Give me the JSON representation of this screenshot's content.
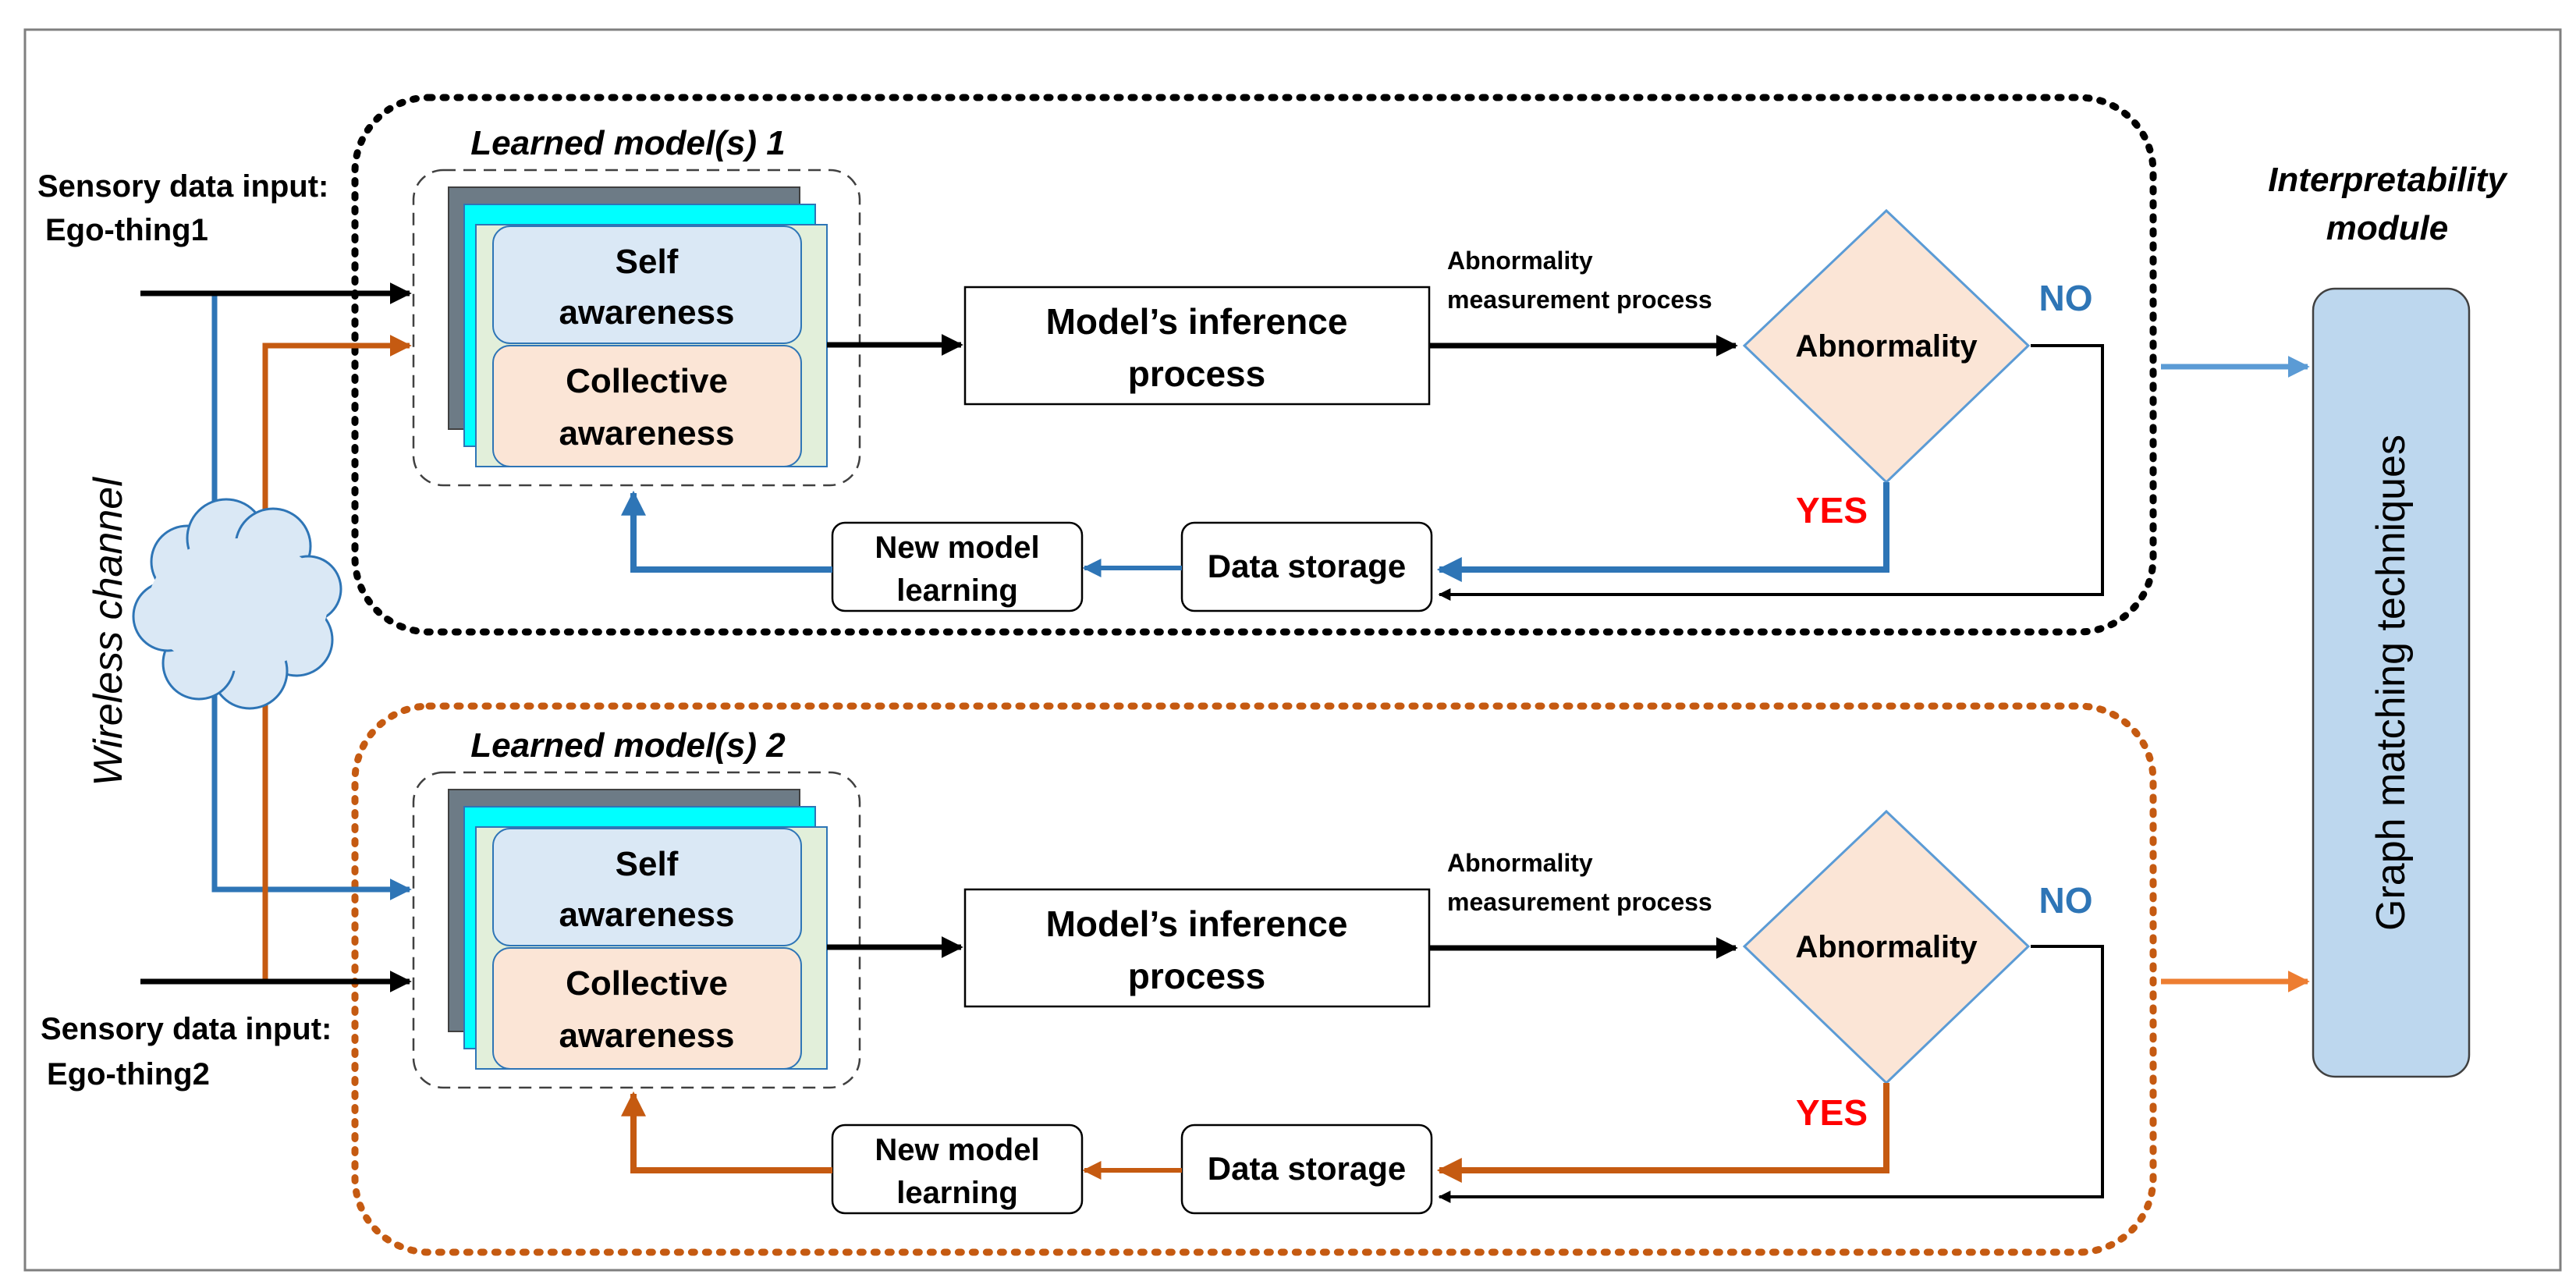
{
  "labels": {
    "sensory1_line1": "Sensory data input:",
    "sensory1_line2": "Ego-thing1",
    "sensory2_line1": "Sensory data input:",
    "sensory2_line2": "Ego-thing2",
    "wireless": "Wireless channel",
    "interp_line1": "Interpretability",
    "interp_line2": "module",
    "graph_matching": "Graph matching techniques"
  },
  "modules": [
    {
      "title": "Learned model(s) 1",
      "self_line1": "Self",
      "self_line2": "awareness",
      "collective_line1": "Collective",
      "collective_line2": "awareness",
      "inference_line1": "Model’s inference",
      "inference_line2": "process",
      "abn_process_line1": "Abnormality",
      "abn_process_line2": "measurement process",
      "decision": "Abnormality",
      "no": "NO",
      "yes": "YES",
      "storage": "Data storage",
      "learning_line1": "New model",
      "learning_line2": "learning"
    },
    {
      "title": "Learned model(s) 2",
      "self_line1": "Self",
      "self_line2": "awareness",
      "collective_line1": "Collective",
      "collective_line2": "awareness",
      "inference_line1": "Model’s inference",
      "inference_line2": "process",
      "abn_process_line1": "Abnormality",
      "abn_process_line2": "measurement process",
      "decision": "Abnormality",
      "no": "NO",
      "yes": "YES",
      "storage": "Data storage",
      "learning_line1": "New model",
      "learning_line2": "learning"
    }
  ],
  "colors": {
    "blue": "#2e75b6",
    "orange": "#c55a11",
    "light_blue_arrow": "#5b9bd5",
    "light_orange_arrow": "#ed7d31",
    "no_text": "#2e75b6",
    "yes_text": "#ff0000",
    "self_fill": "#dae8f5",
    "collective_fill": "#fbe5d6",
    "diamond_fill": "#fbe5d6",
    "interp_fill": "#bdd7ee"
  }
}
